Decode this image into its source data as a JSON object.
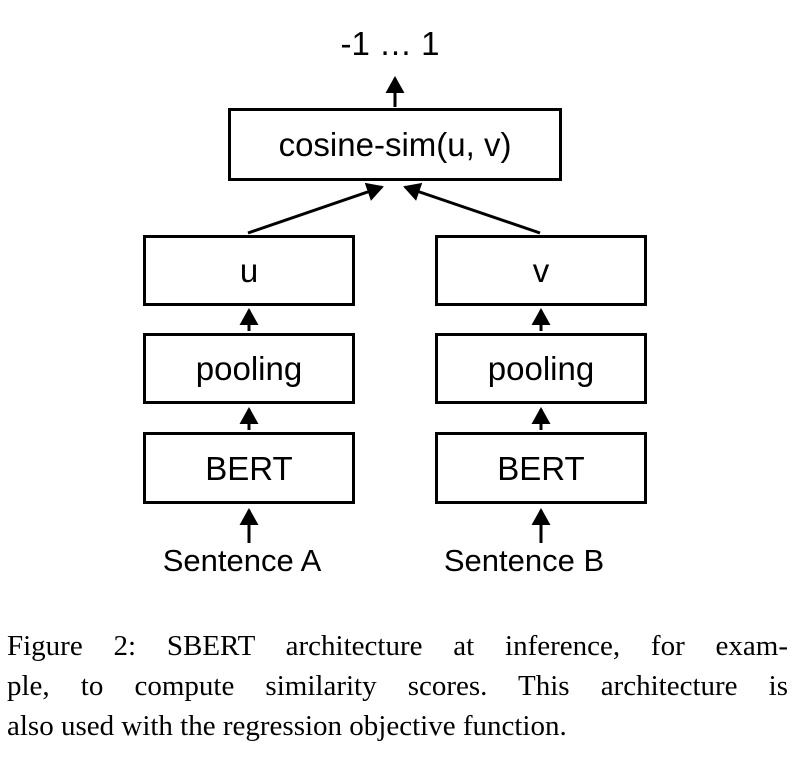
{
  "figure": {
    "output_label": "-1 … 1",
    "nodes": {
      "cosine": "cosine-sim(u, v)",
      "u": "u",
      "v": "v",
      "pooling_left": "pooling",
      "pooling_right": "pooling",
      "bert_left": "BERT",
      "bert_right": "BERT"
    },
    "inputs": {
      "sentence_a": "Sentence A",
      "sentence_b": "Sentence B"
    }
  },
  "caption": {
    "lines": [
      "Figure 2: SBERT architecture at inference, for exam-",
      "ple, to compute similarity scores. This architecture is",
      "also used with the regression objective function."
    ]
  },
  "colors": {
    "ink": "#000000",
    "background": "#ffffff"
  }
}
